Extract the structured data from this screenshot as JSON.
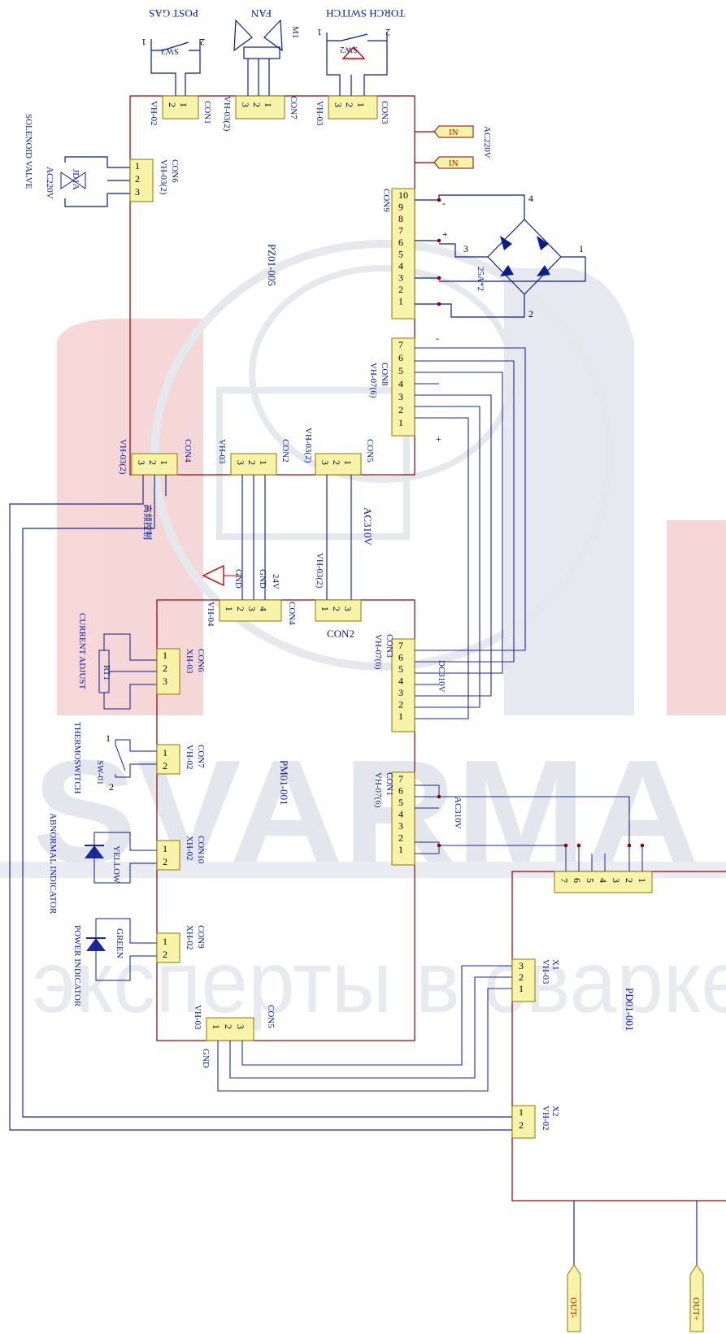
{
  "watermark": {
    "brand": "SVARMA",
    "tagline": "эксперты в сварке",
    "brand_color": "#d6dbe6",
    "accent_color": "#f3c3c3"
  },
  "colors": {
    "board": "#8b0000",
    "wire": "#1a2a9c",
    "connector_fill": "#f7f3a8",
    "connector_stroke": "#8b7a00",
    "ground": "#cc0000"
  },
  "boards": {
    "power_board": "PZ01-005",
    "main_board": "PM01-001",
    "drive_board": "PD01-001"
  },
  "top": {
    "post_gas": "POST GAS",
    "sw3": "SW3",
    "fan": "FAN",
    "m1": "M1",
    "torch_switch": "TORCH SWITCH",
    "sw2": "SW2",
    "p1": "1",
    "p2": "2"
  },
  "pz": {
    "con1": "CON1",
    "con1_type": "VH-02",
    "con7": "CON7",
    "con7_type": "VH-03(2)",
    "con3": "CON3",
    "con3_type": "VH-03",
    "con6": "CON6",
    "con6_type": "VH-03(2)",
    "con9": "CON9",
    "con8": "CON8",
    "con8_type": "VH-07(6)",
    "con4": "CON4",
    "con4_type": "VH-03(2)",
    "con2": "CON2",
    "con2_type": "VH-03",
    "con5": "CON5",
    "con5_type": "VH-03(2)",
    "ac220v": "AC220V",
    "in": "IN",
    "bridge": "25A*2",
    "bp1": "1",
    "bp2": "2",
    "bp3": "3",
    "bp4": "4",
    "plus": "+",
    "minus": "-"
  },
  "left": {
    "solenoid": "SOLENOID VALVE",
    "jd1a": "JD1A",
    "ac220v": "AC220V",
    "cn_hf": "高频控制",
    "current_adjust": "CURRENT ADJUST",
    "rt1": "RT1",
    "thermoswitch": "THERMOSWITCH",
    "sw01": "SW-01",
    "abnormal": "ABNORMAL INDICATOR",
    "yellow": "YELLOW",
    "power_ind": "POWER INDICATOR",
    "green": "GREEN"
  },
  "pm": {
    "con4": "CON4",
    "con4_type": "VH-04",
    "con2": "CON2",
    "con3": "CON3",
    "con3_type": "VH-07(6)",
    "con6": "CON6",
    "con6_type": "XH-03",
    "con7": "CON7",
    "con7_type": "VH-02",
    "con10": "CON10",
    "con10_type": "XH-02",
    "con9": "CON9",
    "con9_type": "XH-02",
    "con1": "CON1",
    "con1_type": "VH-07(6)",
    "con5": "CON5",
    "con5_type": "VH-03",
    "gnd": "GND",
    "v24": "24V",
    "ac310v": "AC310V",
    "dc310v": "DC310V",
    "vh03_2": "VH-03(2)"
  },
  "pd": {
    "x1": "X1",
    "x1_type": "VH-03",
    "x2": "X2",
    "x2_type": "VH-02",
    "out_minus": "OUT-",
    "out_plus": "OUT+"
  }
}
